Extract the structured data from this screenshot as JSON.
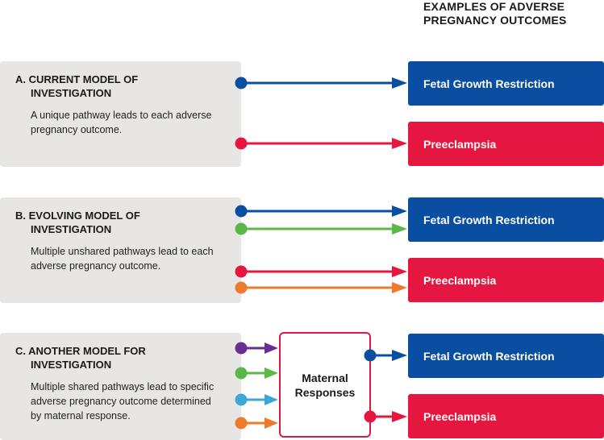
{
  "header": {
    "line1": "EXAMPLES OF ADVERSE",
    "line2": "PREGNANCY OUTCOMES"
  },
  "panels": [
    {
      "title1": "A. CURRENT MODEL OF",
      "title2": "INVESTIGATION",
      "desc": "A unique pathway leads to each adverse pregnancy outcome."
    },
    {
      "title1": "B. EVOLVING MODEL OF",
      "title2": "INVESTIGATION",
      "desc": "Multiple unshared pathways lead to each adverse pregnancy outcome."
    },
    {
      "title1": "C. ANOTHER MODEL FOR",
      "title2": "INVESTIGATION",
      "desc": "Multiple shared pathways lead to specific adverse pregnancy outcome determined by maternal response."
    }
  ],
  "outcomes": [
    {
      "label": "Fetal Growth Restriction"
    },
    {
      "label": "Preeclampsia"
    },
    {
      "label": "Fetal Growth Restriction"
    },
    {
      "label": "Preeclampsia"
    },
    {
      "label": "Fetal Growth Restriction"
    },
    {
      "label": "Preeclampsia"
    }
  ],
  "maternal": {
    "line1": "Maternal",
    "line2": "Responses"
  },
  "colors": {
    "blue": "#0a4ea2",
    "red": "#e5163f",
    "green": "#5ab946",
    "orange": "#ee7a2b",
    "purple": "#6c2d91",
    "lightblue": "#3fa6d9",
    "panel": "#e7e6e5"
  }
}
